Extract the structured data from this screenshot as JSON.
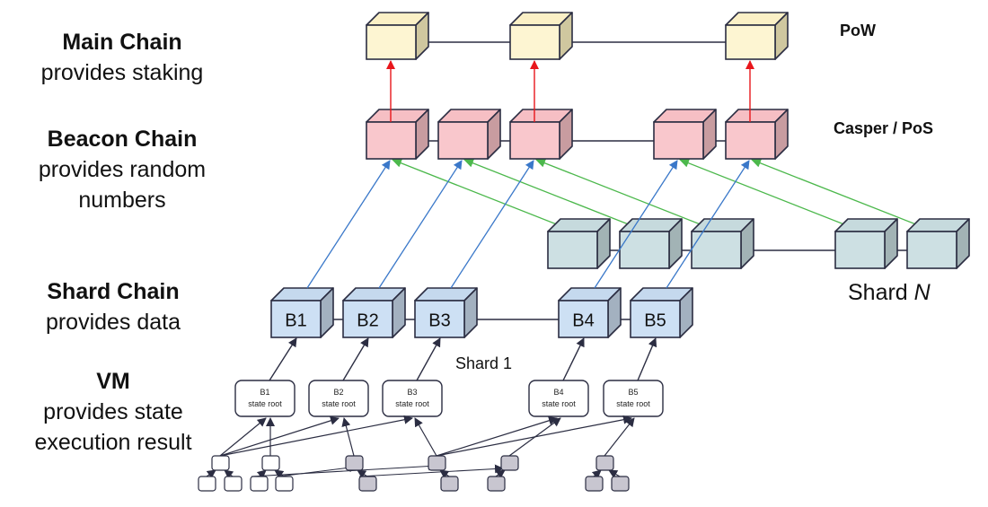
{
  "layers": [
    {
      "id": "main",
      "title": "Main Chain",
      "desc": [
        "provides staking"
      ],
      "tag": "PoW"
    },
    {
      "id": "beacon",
      "title": "Beacon Chain",
      "desc": [
        "provides random",
        "numbers"
      ],
      "tag": "Casper / PoS"
    },
    {
      "id": "shard",
      "title": "Shard Chain",
      "desc": [
        "provides data"
      ]
    },
    {
      "id": "vm",
      "title": "VM",
      "desc": [
        "provides state",
        "execution result"
      ]
    }
  ],
  "shard_labels": {
    "shard1": "Shard 1",
    "shardN_prefix": "Shard ",
    "shardN_var": "N"
  },
  "shard1_blocks": [
    "B1",
    "B2",
    "B3",
    "B4",
    "B5"
  ],
  "state_roots": [
    {
      "block": "B1",
      "label": "state root"
    },
    {
      "block": "B2",
      "label": "state root"
    },
    {
      "block": "B3",
      "label": "state root"
    },
    {
      "block": "B4",
      "label": "state root"
    },
    {
      "block": "B5",
      "label": "state root"
    }
  ],
  "colors": {
    "main_front": "#fdf5d2",
    "main_side": "#cfc79f",
    "main_top": "#fbf0c6",
    "beacon_front": "#f9c7cc",
    "beacon_side": "#c89ca0",
    "beacon_top": "#f6bfc4",
    "shardN_front": "#cde0e3",
    "shardN_side": "#a2b3b5",
    "shardN_top": "#c6dadd",
    "shard1_front": "#cde0f4",
    "shard1_side": "#a3b1c0",
    "shard1_top": "#c5d9ee",
    "outline": "#2b2d42",
    "red_arrow": "#e8161b",
    "blue_arrow": "#3a78c9",
    "green_arrow": "#4cb84c",
    "leaf_gray": "#c8c6d0"
  }
}
